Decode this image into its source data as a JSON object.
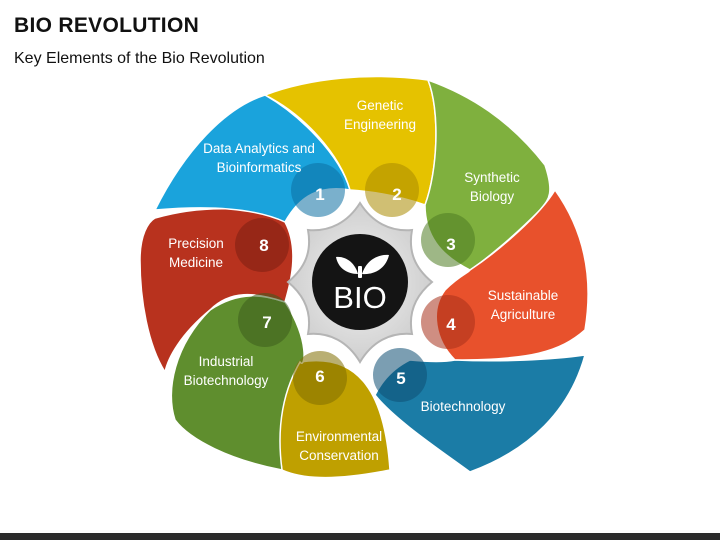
{
  "title": "BIO REVOLUTION",
  "subtitle": "Key Elements of the Bio Revolution",
  "center": {
    "label": "BIO",
    "icon": "leaf-icon"
  },
  "segments": [
    {
      "number": "1",
      "lines": [
        "Data Analytics and",
        "Bioinformatics"
      ],
      "color": "#1AA3DC"
    },
    {
      "number": "2",
      "lines": [
        "Genetic",
        "Engineering"
      ],
      "color": "#E5C200"
    },
    {
      "number": "3",
      "lines": [
        "Synthetic",
        "Biology"
      ],
      "color": "#7FB03E"
    },
    {
      "number": "4",
      "lines": [
        "Sustainable",
        "Agriculture"
      ],
      "color": "#E8512C"
    },
    {
      "number": "5",
      "lines": [
        "Biotechnology"
      ],
      "color": "#1B7CA6"
    },
    {
      "number": "6",
      "lines": [
        "Environmental",
        "Conservation"
      ],
      "color": "#BFA000"
    },
    {
      "number": "7",
      "lines": [
        "Industrial",
        "Biotechnology"
      ],
      "color": "#5F8E2E"
    },
    {
      "number": "8",
      "lines": [
        "Precision",
        "Medicine"
      ],
      "color": "#B8321E"
    }
  ]
}
